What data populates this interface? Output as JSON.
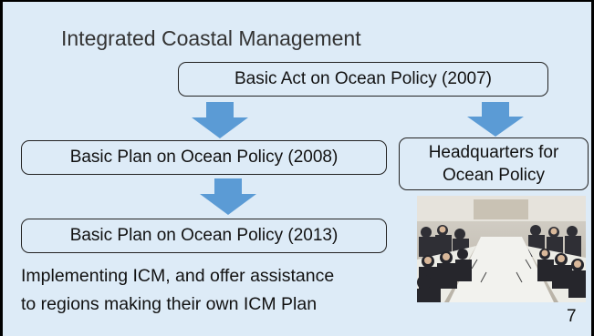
{
  "slide": {
    "title": "Integrated Coastal Management",
    "box_act": "Basic Act on Ocean Policy (2007)",
    "box_plan_2008": "Basic Plan on Ocean Policy (2008)",
    "box_plan_2013": "Basic Plan on Ocean Policy (2013)",
    "box_hq_line1": "Headquarters for",
    "box_hq_line2": "Ocean Policy",
    "description_line1": "Implementing ICM, and offer assistance",
    "description_line2": "to regions making their own ICM Plan",
    "page_number": "7"
  },
  "colors": {
    "background": "#ddebf7",
    "arrow": "#5b9bd5",
    "border": "#222222"
  }
}
